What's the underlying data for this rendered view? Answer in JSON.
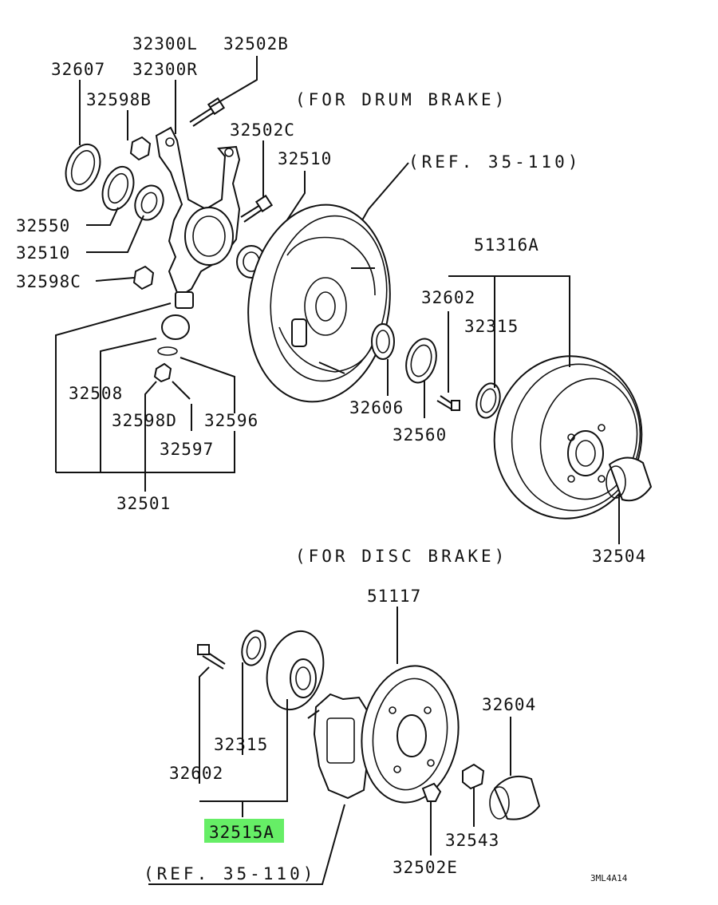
{
  "notes": {
    "drum": "(FOR DRUM BRAKE)",
    "disc": "(FOR DISC BRAKE)",
    "ref_drum": "(REF. 35-110)",
    "ref_disc": "(REF. 35-110)"
  },
  "labels": {
    "p32300L": "32300L",
    "p32300R": "32300R",
    "p32502B": "32502B",
    "p32607": "32607",
    "p32598B": "32598B",
    "p32502C": "32502C",
    "p32510a": "32510",
    "p32550": "32550",
    "p32510b": "32510",
    "p32598C": "32598C",
    "p32508": "32508",
    "p32598D": "32598D",
    "p32596": "32596",
    "p32597": "32597",
    "p32501": "32501",
    "p51316A": "51316A",
    "p32602a": "32602",
    "p32315a": "32315",
    "p32606": "32606",
    "p32560": "32560",
    "p32504a": "32504",
    "p51117": "51117",
    "p32604": "32604",
    "p32315b": "32315",
    "p32602b": "32602",
    "p32515A": "32515A",
    "p32543": "32543",
    "p32502E": "32502E"
  },
  "highlight": {
    "part": "32515A",
    "color": "#66ee66"
  },
  "diagram_code": "3ML4A14"
}
